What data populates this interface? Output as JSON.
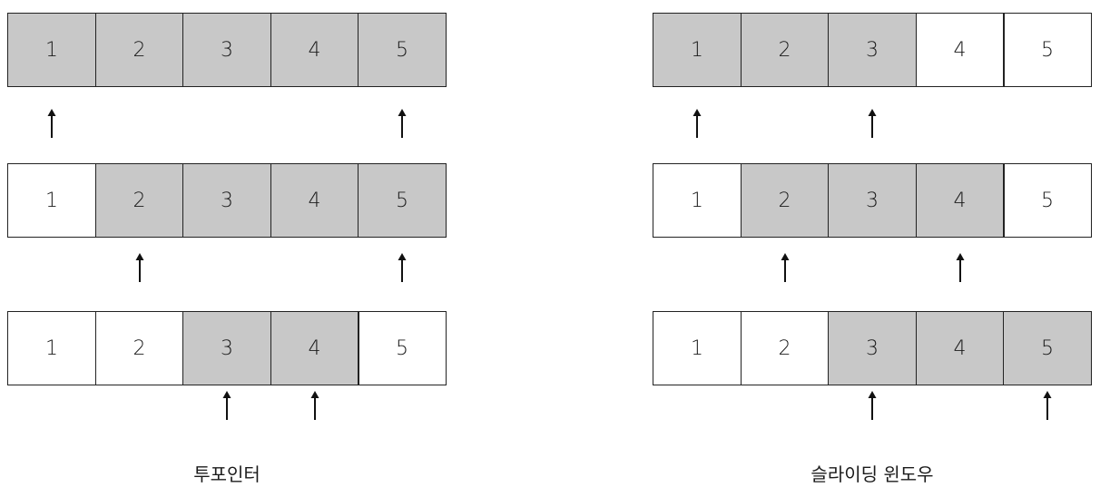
{
  "values": [
    "1",
    "2",
    "3",
    "4",
    "5"
  ],
  "panels": [
    {
      "caption": "투포인터",
      "steps": [
        {
          "active": [
            1,
            1,
            1,
            1,
            1
          ],
          "pointers": [
            0,
            4
          ]
        },
        {
          "active": [
            0,
            1,
            1,
            1,
            1
          ],
          "pointers": [
            1,
            4
          ]
        },
        {
          "active": [
            0,
            0,
            1,
            1,
            0
          ],
          "pointers": [
            2,
            3
          ]
        }
      ]
    },
    {
      "caption": "슬라이딩 윈도우",
      "steps": [
        {
          "active": [
            1,
            1,
            1,
            0,
            0
          ],
          "pointers": [
            0,
            2
          ]
        },
        {
          "active": [
            0,
            1,
            1,
            1,
            0
          ],
          "pointers": [
            1,
            3
          ]
        },
        {
          "active": [
            0,
            0,
            1,
            1,
            1
          ],
          "pointers": [
            2,
            4
          ]
        }
      ]
    }
  ],
  "colors": {
    "active_fill": "#c8c8c8",
    "border": "#222222"
  }
}
